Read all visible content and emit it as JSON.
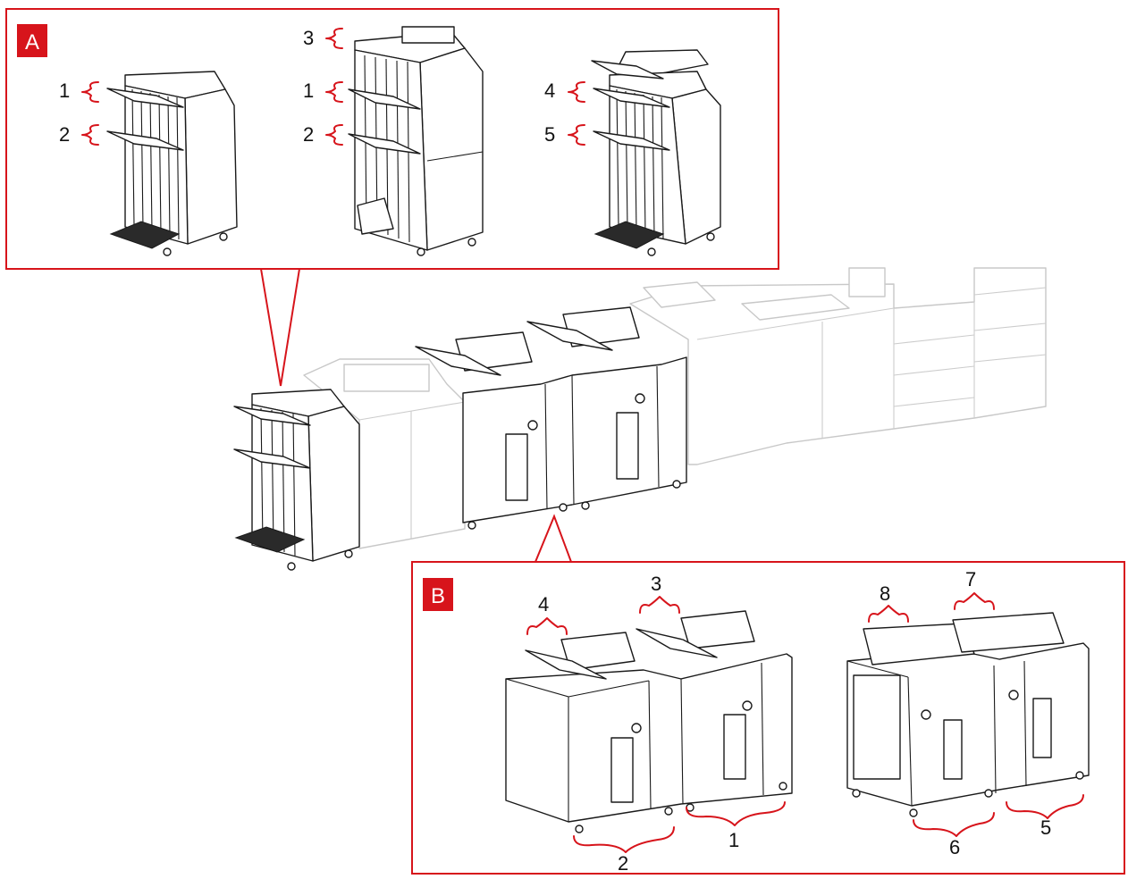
{
  "panel_a": {
    "tag": "A",
    "labels": [
      "1",
      "2",
      "3",
      "1",
      "2",
      "4",
      "5"
    ]
  },
  "panel_b": {
    "tag": "B",
    "labels": [
      "4",
      "3",
      "2",
      "1",
      "8",
      "7",
      "6",
      "5"
    ]
  },
  "colors": {
    "accent": "#d7141b",
    "line_art": "#1a1a1a",
    "faded_line_art": "#c8c8c8"
  }
}
